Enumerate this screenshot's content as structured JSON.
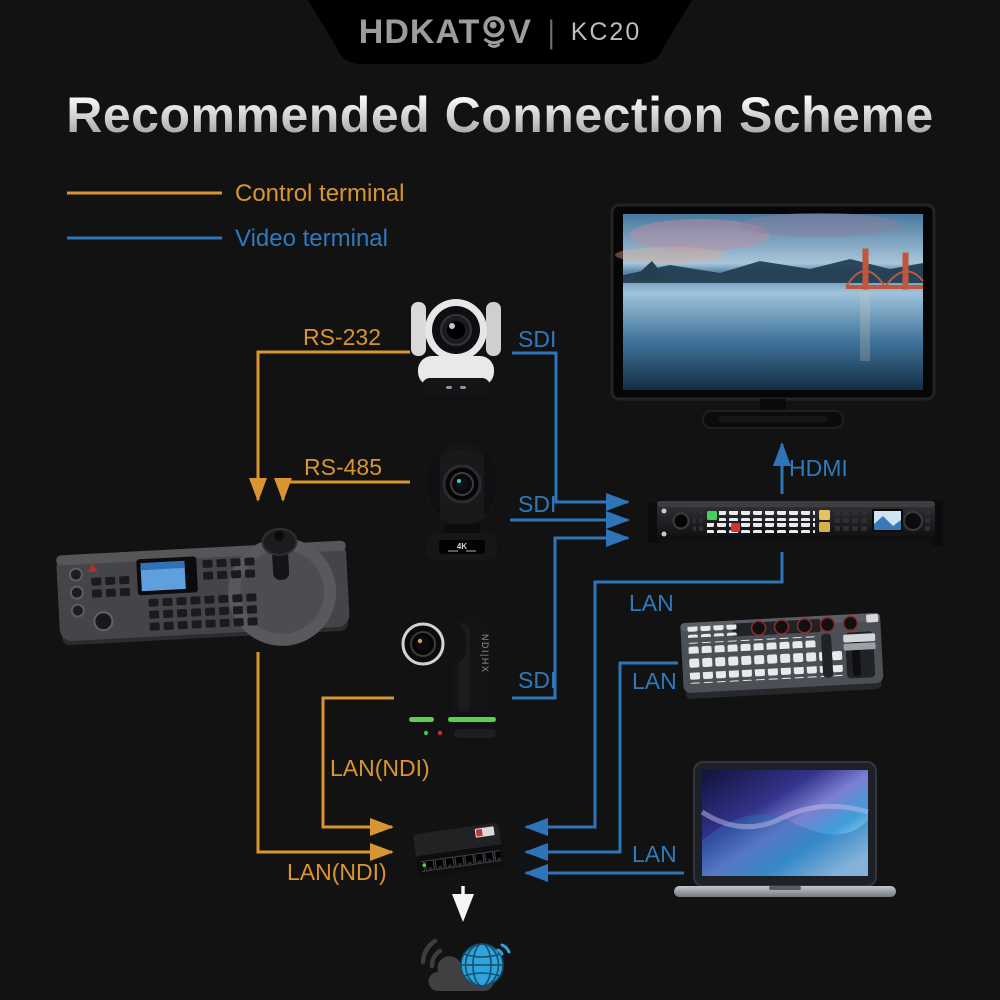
{
  "header": {
    "brand_prefix": "HDKAT",
    "brand_suffix": "V",
    "divider": "|",
    "model": "KC20"
  },
  "title": "Recommended Connection Scheme",
  "legend": {
    "control": {
      "label": "Control terminal",
      "color": "#d9952f"
    },
    "video": {
      "label": "Video terminal",
      "color": "#2f79be"
    }
  },
  "labels": {
    "rs232": "RS-232",
    "rs485": "RS-485",
    "sdi_cam1": "SDI",
    "sdi_cam2": "SDI",
    "sdi_cam3": "SDI",
    "hdmi": "HDMI",
    "lan_switcher": "LAN",
    "lan_panel": "LAN",
    "lan_laptop": "LAN",
    "lan_ndi_cam3": "LAN(NDI)",
    "lan_ndi_controller": "LAN(NDI)"
  },
  "devices": {
    "camera2_badge": "4K",
    "camera3_badge": "NDI|HX"
  },
  "colors": {
    "background": "#121212",
    "control_line": "#d9952f",
    "video_line": "#2e74b8",
    "internet_arrow": "#f5f5f5"
  }
}
